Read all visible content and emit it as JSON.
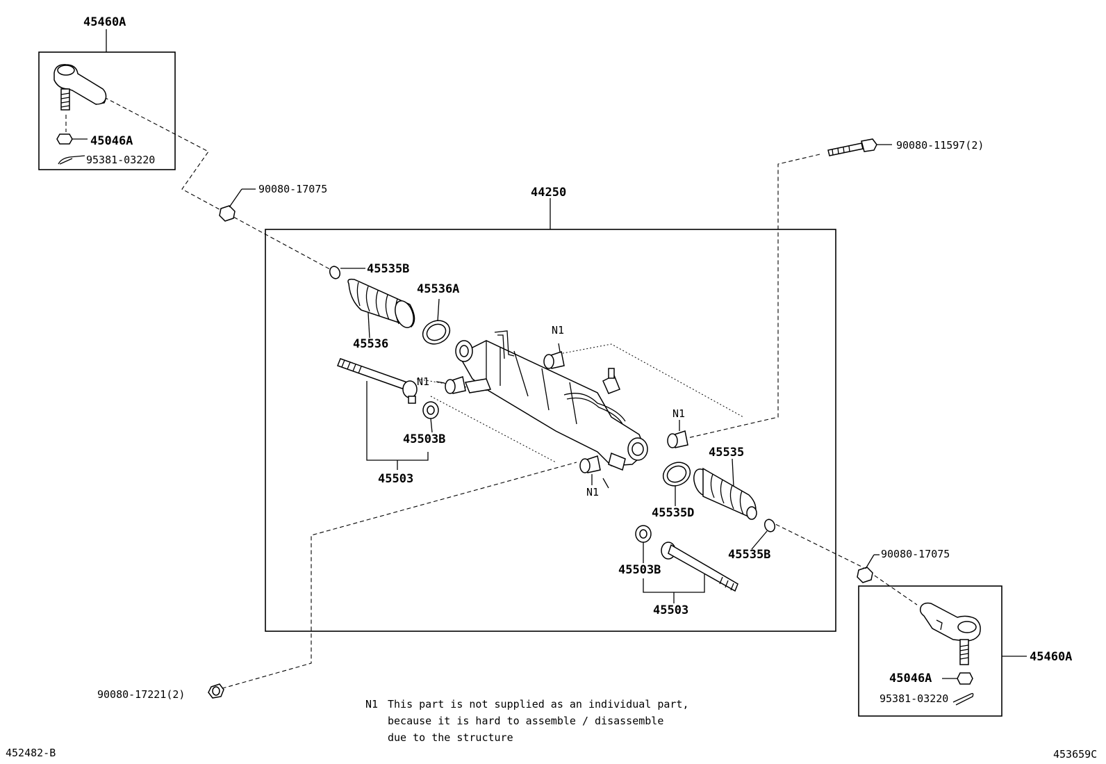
{
  "labels": {
    "top_left_assembly": "45460A",
    "top_left_nut": "45046A",
    "top_left_pin": "95381-03220",
    "left_nut": "90080-17075",
    "rack_assembly": "44250",
    "right_bolt": "90080-11597(2)",
    "clamp_left": "45535B",
    "clip_left": "45536A",
    "boot_left": "45536",
    "washer_left": "45503B",
    "rod_left": "45503",
    "n1_a": "N1",
    "n1_b": "N1",
    "n1_c": "N1",
    "n1_d": "N1",
    "boot_right": "45535",
    "clip_right": "45535D",
    "clamp_right": "45535B",
    "washer_right": "45503B",
    "rod_right": "45503",
    "right_nut": "90080-17075",
    "bottom_right_assembly": "45460A",
    "bottom_right_nut": "45046A",
    "bottom_right_pin": "95381-03220",
    "bottom_left_bolt": "90080-17221(2)",
    "footer_left": "452482-B",
    "footer_right": "453659C"
  },
  "note": {
    "marker": "N1",
    "line1": "This part is not supplied as an individual part,",
    "line2": "because it is hard to assemble / disassemble",
    "line3": "due to the structure"
  },
  "icons": [
    "tie-rod-end-icon",
    "nut-icon",
    "cotter-pin-icon",
    "bolt-icon",
    "boot-icon",
    "clamp-icon",
    "rack-housing-icon",
    "inner-rod-icon",
    "bushing-icon",
    "washer-icon"
  ]
}
